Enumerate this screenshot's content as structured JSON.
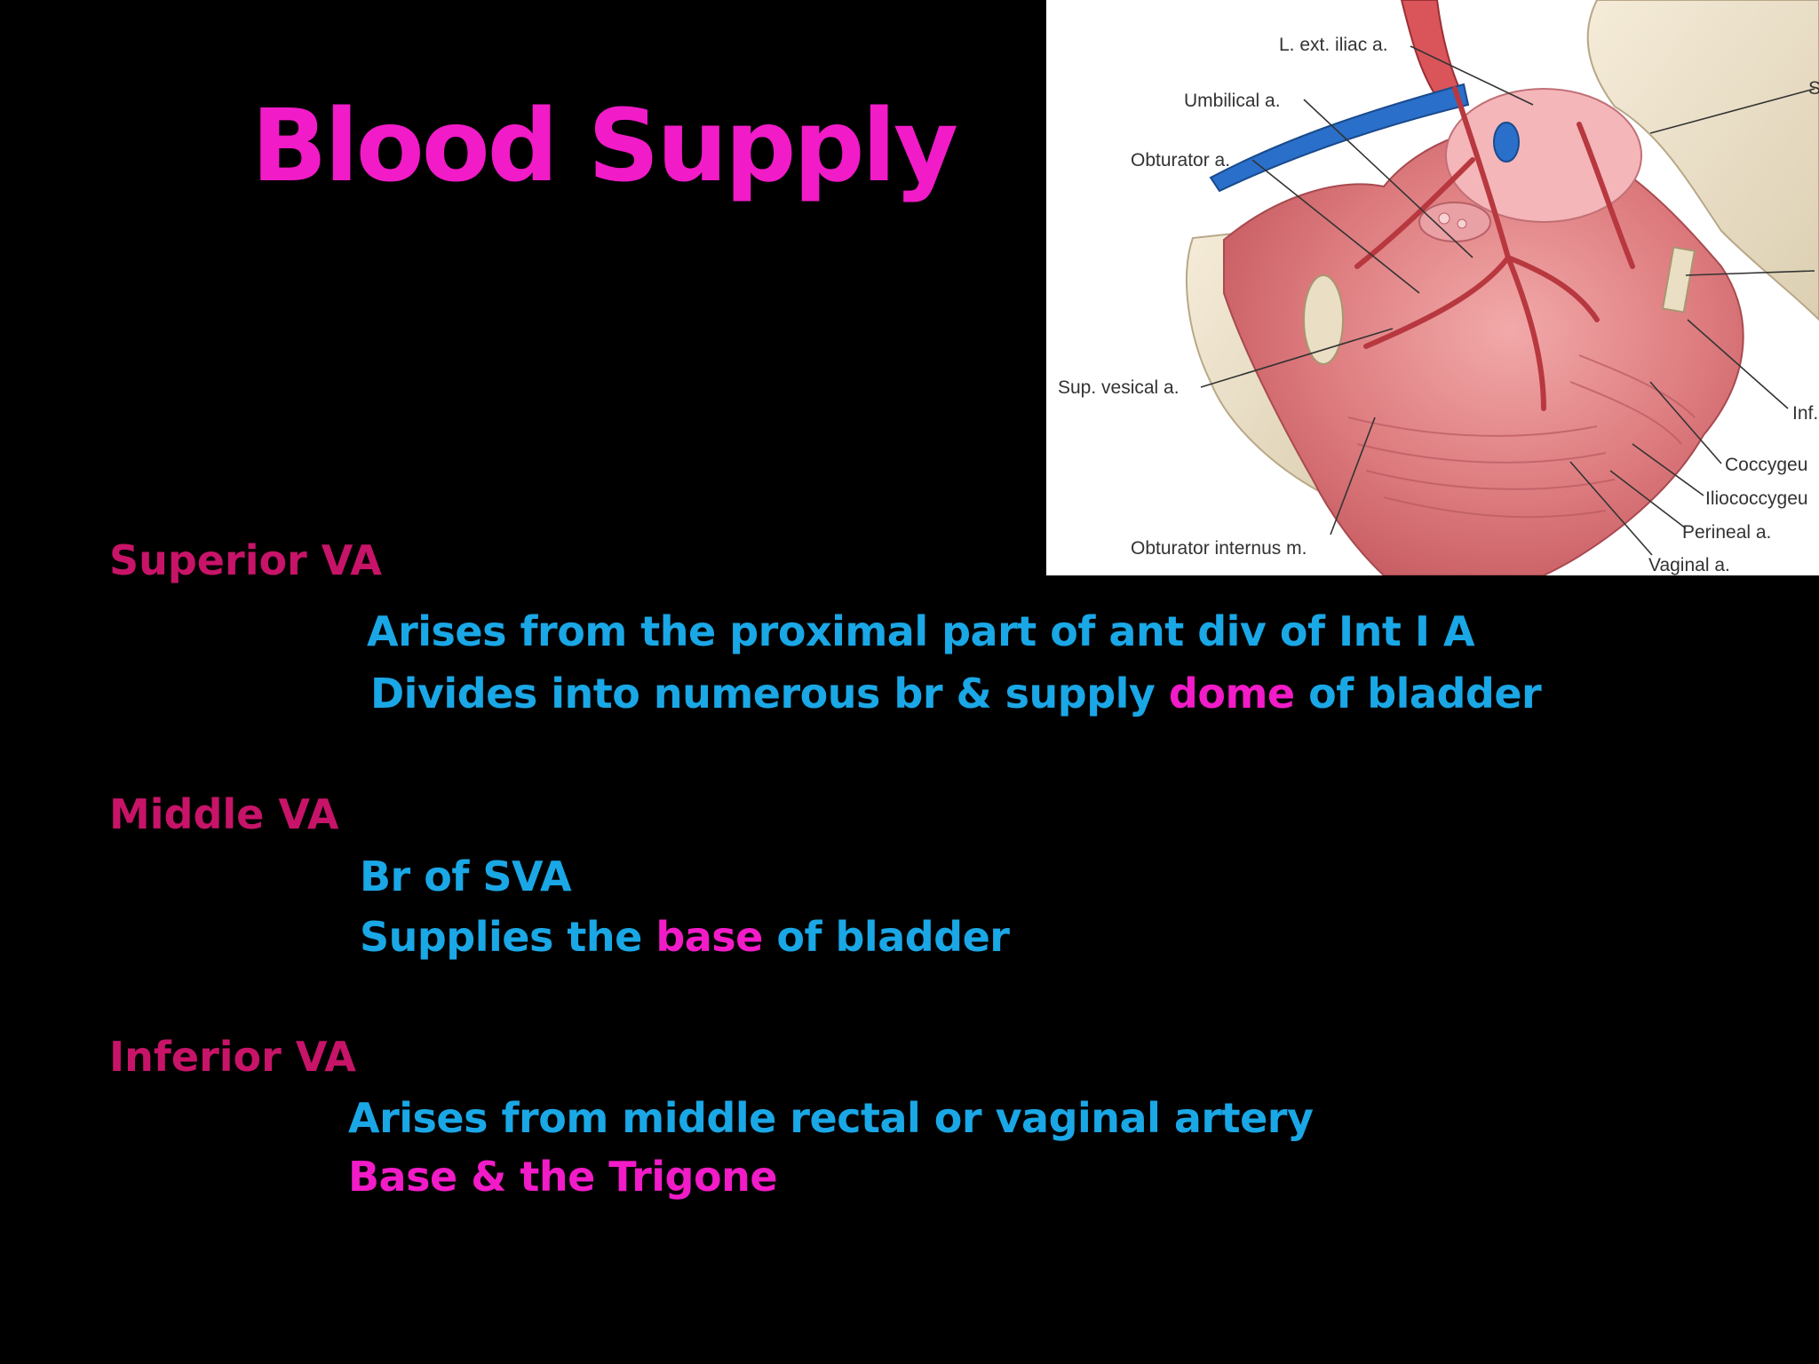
{
  "slide": {
    "title": "Blood Supply",
    "sections": [
      {
        "heading": "Superior VA",
        "lines": [
          {
            "parts": [
              {
                "text": "Arises from the proximal part of ant div of Int I A"
              }
            ]
          },
          {
            "parts": [
              {
                "text": "Divides into numerous br & supply "
              },
              {
                "text": "dome",
                "accent": true
              },
              {
                "text": " of bladder"
              }
            ]
          }
        ]
      },
      {
        "heading": "Middle VA",
        "lines": [
          {
            "parts": [
              {
                "text": "Br of  SVA"
              }
            ]
          },
          {
            "parts": [
              {
                "text": "Supplies the "
              },
              {
                "text": "base",
                "accent": true
              },
              {
                "text": " of bladder"
              }
            ]
          }
        ]
      },
      {
        "heading": "Inferior VA",
        "lines": [
          {
            "parts": [
              {
                "text": "Arises from middle rectal or vaginal artery"
              }
            ]
          },
          {
            "parts": [
              {
                "text": "Base & the Trigone",
                "accent": true
              }
            ]
          }
        ]
      }
    ]
  },
  "figure": {
    "labels": {
      "ext_iliac": "L. ext. iliac a.",
      "umbilical": "Umbilical a.",
      "obturator": "Obturator a.",
      "sup_vesical": "Sup. vesical a.",
      "obturator_internus": "Obturator internus m.",
      "inf": "Inf.",
      "coccygeus": "Coccygeu",
      "iliococcygeus": "Iliococcygeu",
      "perineal": "Perineal a.",
      "vaginal": "Vaginal a.",
      "s": "S"
    }
  },
  "colors": {
    "background": "#000000",
    "title": "#f21bc8",
    "heading": "#c71468",
    "body_text": "#1aa7e6",
    "accent": "#f21bc8"
  }
}
